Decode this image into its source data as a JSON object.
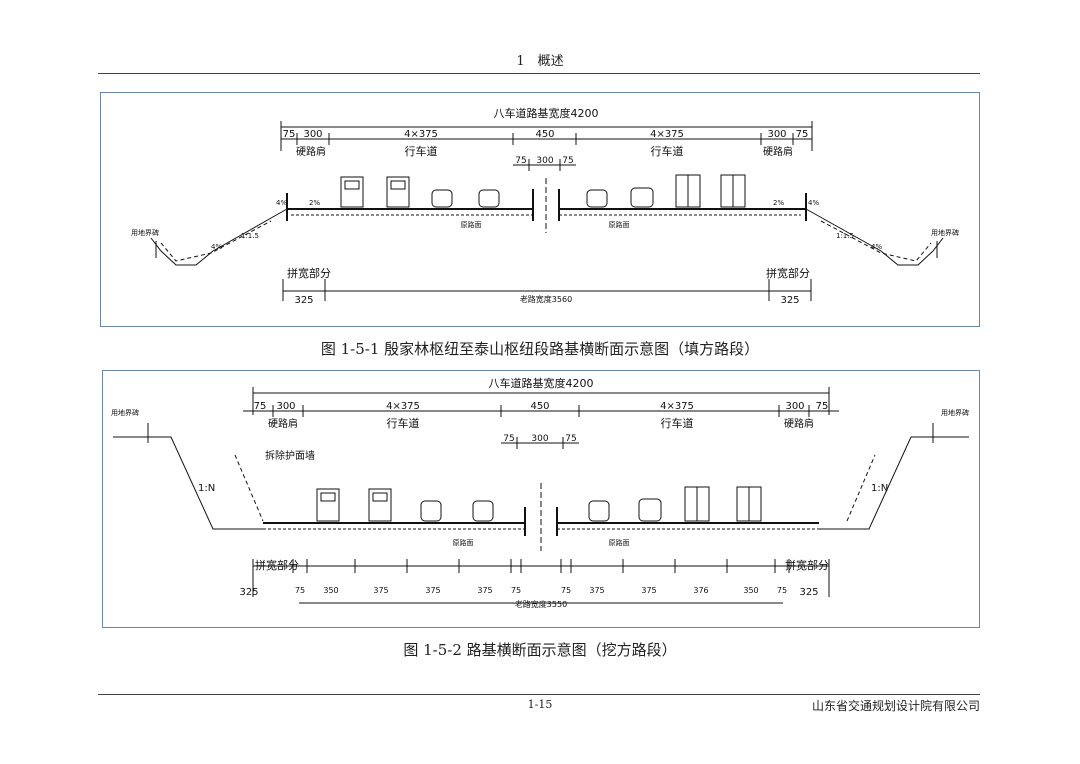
{
  "header": {
    "chapter": "1　概述"
  },
  "footer": {
    "page": "1-15",
    "org": "山东省交通规划设计院有限公司"
  },
  "fig1": {
    "caption": "图 1-5-1 殷家林枢纽至泰山枢纽段路基横断面示意图（填方路段）",
    "total": "八车道路基宽度4200",
    "d75": "75",
    "d300": "300",
    "d4x375": "4×375",
    "d450": "450",
    "shoulder": "硬路肩",
    "lane": "行车道",
    "old_pave": "原路面",
    "land_mark": "用地界碑",
    "slope_15": "1:1.5",
    "pct4": "4%",
    "pct2": "2%",
    "widen": "拼宽部分",
    "d325": "325",
    "old_width": "老路宽度3560"
  },
  "fig2": {
    "caption": "图 1-5-2 路基横断面示意图（挖方路段）",
    "total": "八车道路基宽度4200",
    "d75": "75",
    "d300": "300",
    "d4x375": "4×375",
    "d450": "450",
    "shoulder": "硬路肩",
    "lane": "行车道",
    "land_mark": "用地界碑",
    "wall": "拆除护面墙",
    "slope_1n": "1:N",
    "old_pave": "原路面",
    "widen": "拼宽部分",
    "d325": "325",
    "old_width": "老路宽度3550",
    "bottom_dims": [
      "325",
      "75",
      "350",
      "375",
      "375",
      "375",
      "75",
      "75",
      "375",
      "375",
      "376",
      "350",
      "75",
      "325"
    ]
  }
}
